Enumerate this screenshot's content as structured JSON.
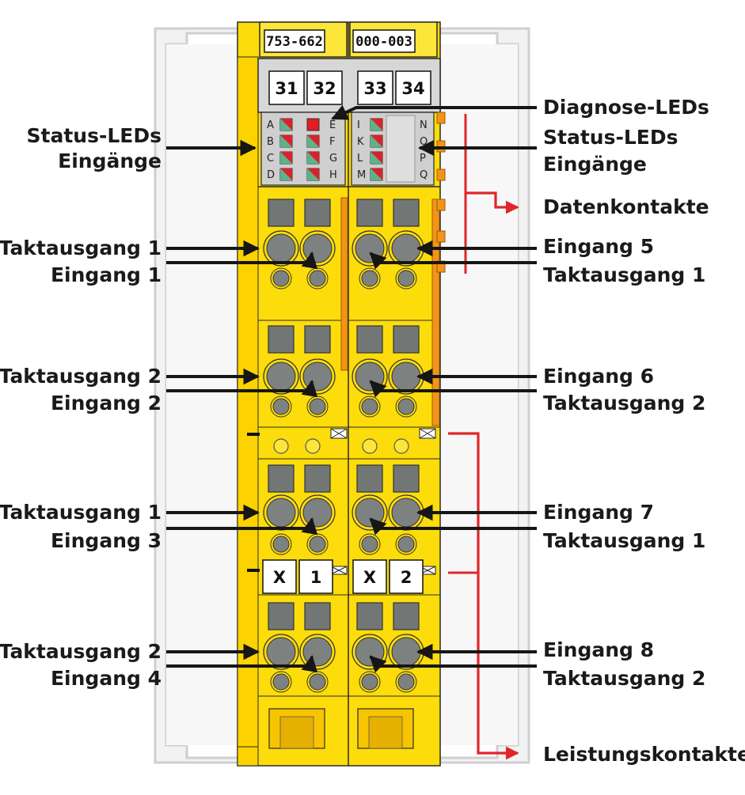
{
  "module": {
    "order_number": "753-662",
    "suffix": "000-003",
    "terminals": [
      "31",
      "32",
      "33",
      "34"
    ],
    "markers": {
      "left": {
        "prefix": "X",
        "number": "1"
      },
      "right": {
        "prefix": "X",
        "number": "2"
      }
    },
    "led_letters_left_col1": [
      "A",
      "B",
      "C",
      "D"
    ],
    "led_letters_left_col2": [
      "E",
      "F",
      "G",
      "H"
    ],
    "led_letters_right_col1": [
      "I",
      "K",
      "L",
      "M"
    ],
    "led_letters_right_col2": [
      "N",
      "O",
      "P",
      "Q"
    ],
    "colors": {
      "housing": "#fcdc0a",
      "housing_dark": "#e6b800",
      "connector": "#f29418",
      "led_grey": "#8a8f8c",
      "arrow_black": "#161616",
      "arrow_red": "#e0262b"
    }
  },
  "labels": {
    "left": {
      "status_leds_line1": "Status-LEDs",
      "status_leds_line2": "Eingänge",
      "clock_out_1a": "Taktausgang 1",
      "input_1": "Eingang 1",
      "clock_out_2a": "Taktausgang 2",
      "input_2": "Eingang 2",
      "clock_out_1b": "Taktausgang 1",
      "input_3": "Eingang 3",
      "clock_out_2b": "Taktausgang 2",
      "input_4": "Eingang 4"
    },
    "right": {
      "diagnose_leds": "Diagnose-LEDs",
      "status_leds_line1": "Status-LEDs",
      "status_leds_line2": "Eingänge",
      "data_contacts": "Datenkontakte",
      "input_5": "Eingang 5",
      "clock_out_1a": "Taktausgang 1",
      "input_6": "Eingang 6",
      "clock_out_2a": "Taktausgang 2",
      "input_7": "Eingang 7",
      "clock_out_1b": "Taktausgang 1",
      "input_8": "Eingang 8",
      "clock_out_2b": "Taktausgang 2",
      "power_contacts": "Leistungskontakte"
    }
  }
}
